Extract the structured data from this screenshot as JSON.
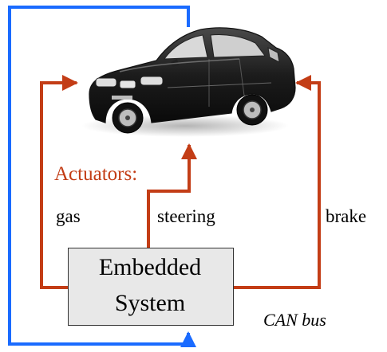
{
  "labels": {
    "actuators": "Actuators:",
    "gas": "gas",
    "steering": "steering",
    "brake": "brake",
    "can_bus": "CAN bus",
    "embedded_line1": "Embedded",
    "embedded_line2": "System"
  },
  "colors": {
    "actuator_lines": "#c33d16",
    "can_bus_line": "#1a6bff",
    "box_fill": "#e8e8e8",
    "box_border": "#333333"
  },
  "car": {
    "icon": "car-icon"
  }
}
